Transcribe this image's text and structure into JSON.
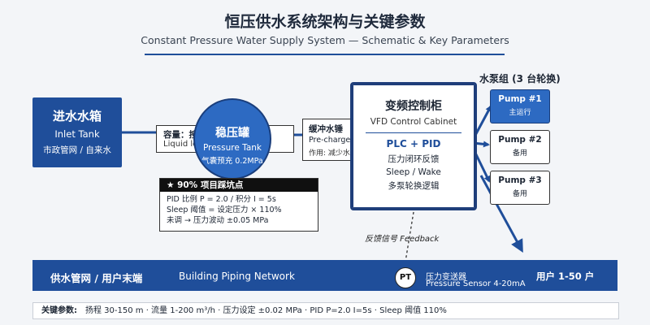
{
  "header": {
    "title_cn": "恒压供水系统架构与关键参数",
    "title_en": "Constant Pressure Water Supply System — Schematic & Key Parameters"
  },
  "inlet_tank": {
    "title": "进水水箱",
    "subtitle": "Inlet Tank",
    "source": "市政管网 / 自来水"
  },
  "capacity_box": {
    "line1": "容量：按需配置",
    "line2": "Liquid level control"
  },
  "pressure_tank": {
    "title": "稳压罐",
    "subtitle": "Pressure Tank",
    "note": "气囊预充 0.2MPa"
  },
  "buffer_box": {
    "title": "缓冲水锤",
    "line2": "Pre-charge",
    "line3": "作用: 减少水锤冲击"
  },
  "vfd": {
    "title": "变频控制柜",
    "subtitle": "VFD Control Cabinet",
    "mode": "PLC + PID",
    "feat1": "压力闭环反馈",
    "feat2": "Sleep / Wake",
    "feat3": "多泵轮换逻辑"
  },
  "pump_group": {
    "title": "水泵组 (3 台轮换)",
    "pumps": [
      {
        "name": "Pump #1",
        "status": "主运行"
      },
      {
        "name": "Pump #2",
        "status": "备用"
      },
      {
        "name": "Pump #3",
        "status": "备用"
      }
    ]
  },
  "pitfalls": {
    "header": "★ 90% 项目踩坑点",
    "line1": "PID 比例 P = 2.0 / 积分 I = 5s",
    "line2": "Sleep 阈值 = 设定压力 × 110%",
    "line3": "未调 → 压力波动 ±0.05 MPa"
  },
  "feedback_label": "反馈信号 Feedback",
  "network": {
    "label_cn": "供水管网 / 用户末端",
    "label_en": "Building Piping Network",
    "sensor_badge": "PT",
    "sensor_cn": "压力变送器",
    "sensor_en": "Pressure Sensor 4-20mA",
    "users": "用户 1-50 户"
  },
  "params": {
    "label": "关键参数:",
    "text": "扬程 30-150 m  ·  流量 1-200 m³/h  ·  压力设定 ±0.02 MPa  ·  PID P=2.0 I=5s  ·  Sleep 阈值 110%"
  },
  "colors": {
    "primary": "#1f4e9a",
    "accent": "#2d6ac2",
    "dark": "#1f3e7a",
    "background": "#f3f5f8"
  }
}
